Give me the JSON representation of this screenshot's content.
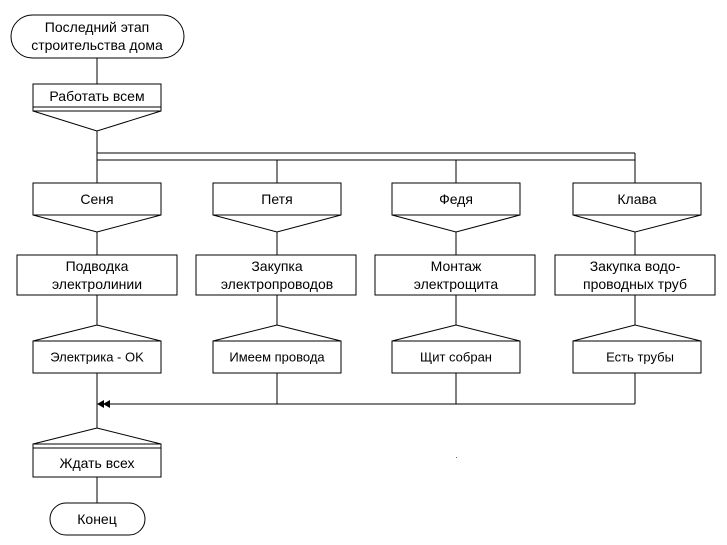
{
  "diagram": {
    "type": "IDEF3 / process flowchart",
    "start": {
      "label_lines": [
        "Последний этап",
        "строительства дома"
      ]
    },
    "fork": {
      "label": "Работать всем"
    },
    "branches": [
      {
        "actor": "Сеня",
        "task_lines": [
          "Подводка",
          "электролинии"
        ],
        "result": "Электрика - OK"
      },
      {
        "actor": "Петя",
        "task_lines": [
          "Закупка",
          "электропроводов"
        ],
        "result": "Имеем провода"
      },
      {
        "actor": "Федя",
        "task_lines": [
          "Монтаж",
          "электрощита"
        ],
        "result": "Щит собран"
      },
      {
        "actor": "Клава",
        "task_lines": [
          "Закупка водо-",
          "проводных труб"
        ],
        "result": "Есть трубы"
      }
    ],
    "join": {
      "label": "Ждать всех"
    },
    "end": {
      "label": "Конец"
    },
    "colors": {
      "stroke": "#000000",
      "fill": "#ffffff",
      "text": "#000000"
    }
  }
}
